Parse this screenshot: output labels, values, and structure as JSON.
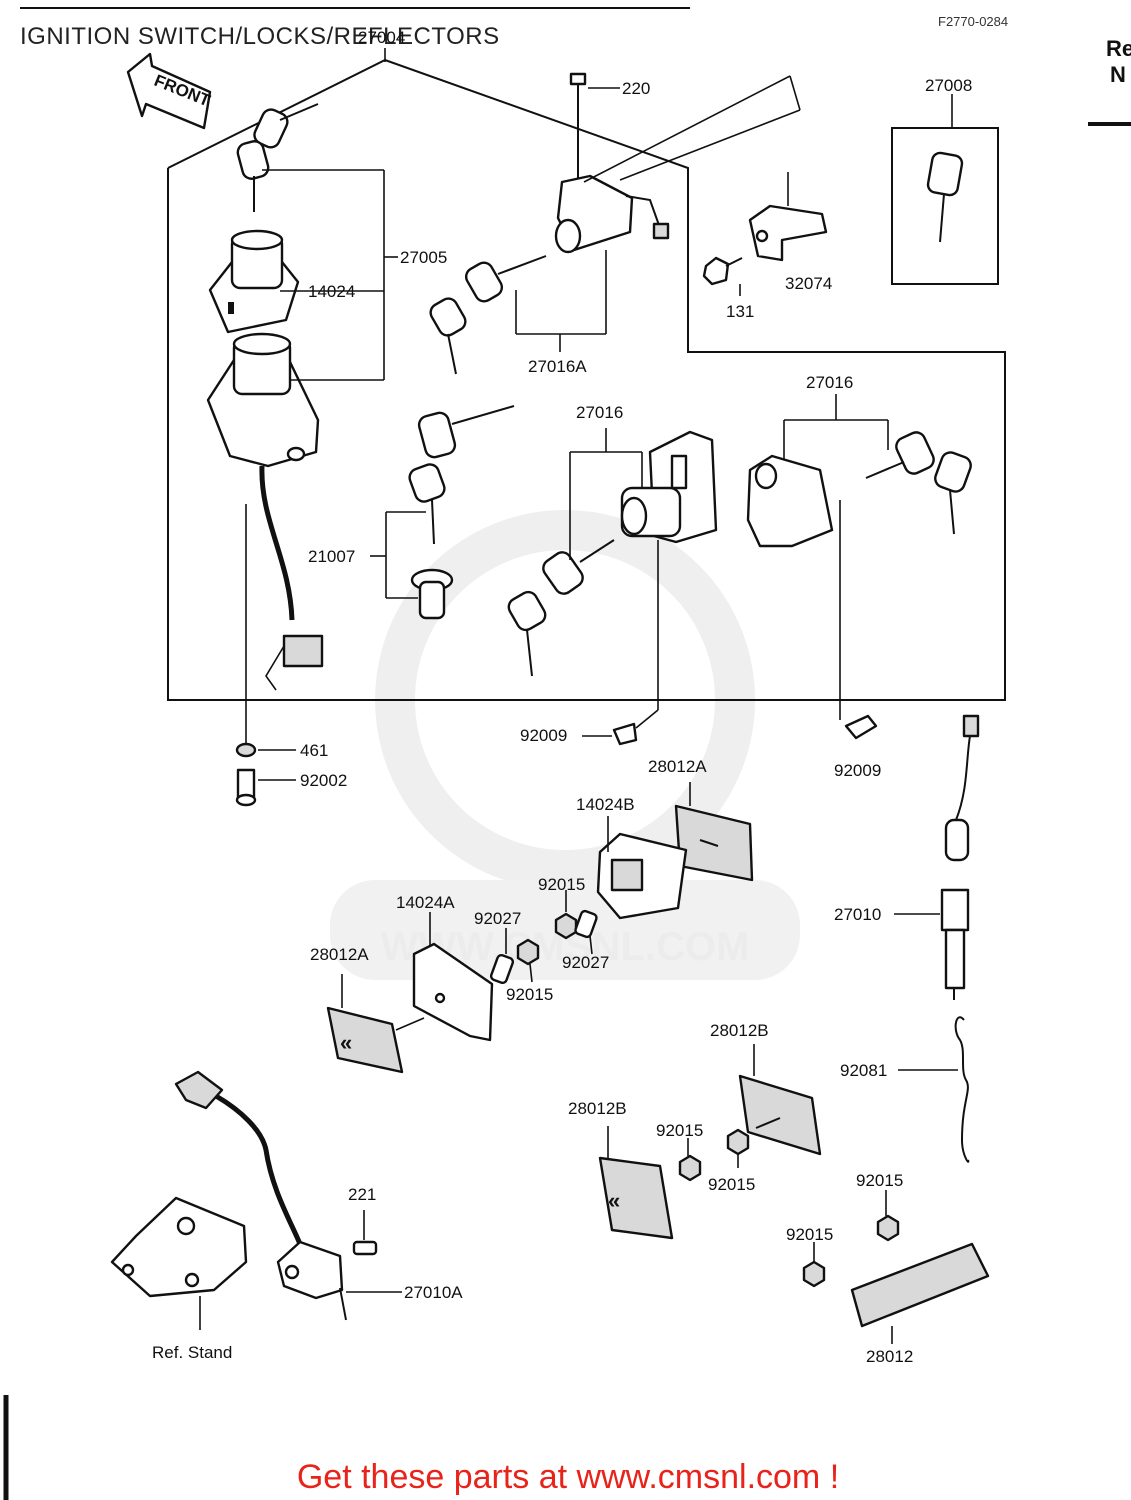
{
  "header": {
    "title": "IGNITION SWITCH/LOCKS/REFLECTORS",
    "code": "F2770-0284"
  },
  "side_text": [
    "Re",
    "N"
  ],
  "front_label": "FRONT",
  "watermark": "WWW.CMSNL.COM",
  "promo": "Get these parts at www.cmsnl.com !",
  "parts": {
    "p27004": "27004",
    "p220": "220",
    "p27008": "27008",
    "p27005": "27005",
    "p14024": "14024",
    "p32074": "32074",
    "p131": "131",
    "p27016A": "27016A",
    "p27016_r": "27016",
    "p27016_c": "27016",
    "p21007": "21007",
    "p461": "461",
    "p92002": "92002",
    "p92009_l": "92009",
    "p92009_r": "92009",
    "p28012A_t": "28012A",
    "p14024B": "14024B",
    "p92015_a": "92015",
    "p14024A": "14024A",
    "p92027_a": "92027",
    "p92027_b": "92027",
    "p28012A_l": "28012A",
    "p92015_b": "92015",
    "p27010": "27010",
    "p28012B_r": "28012B",
    "p92081": "92081",
    "p28012B_l": "28012B",
    "p92015_c": "92015",
    "p92015_d": "92015",
    "p92015_e": "92015",
    "p92015_f": "92015",
    "p221": "221",
    "p27010A": "27010A",
    "ref_stand": "Ref. Stand",
    "p28012": "28012"
  }
}
